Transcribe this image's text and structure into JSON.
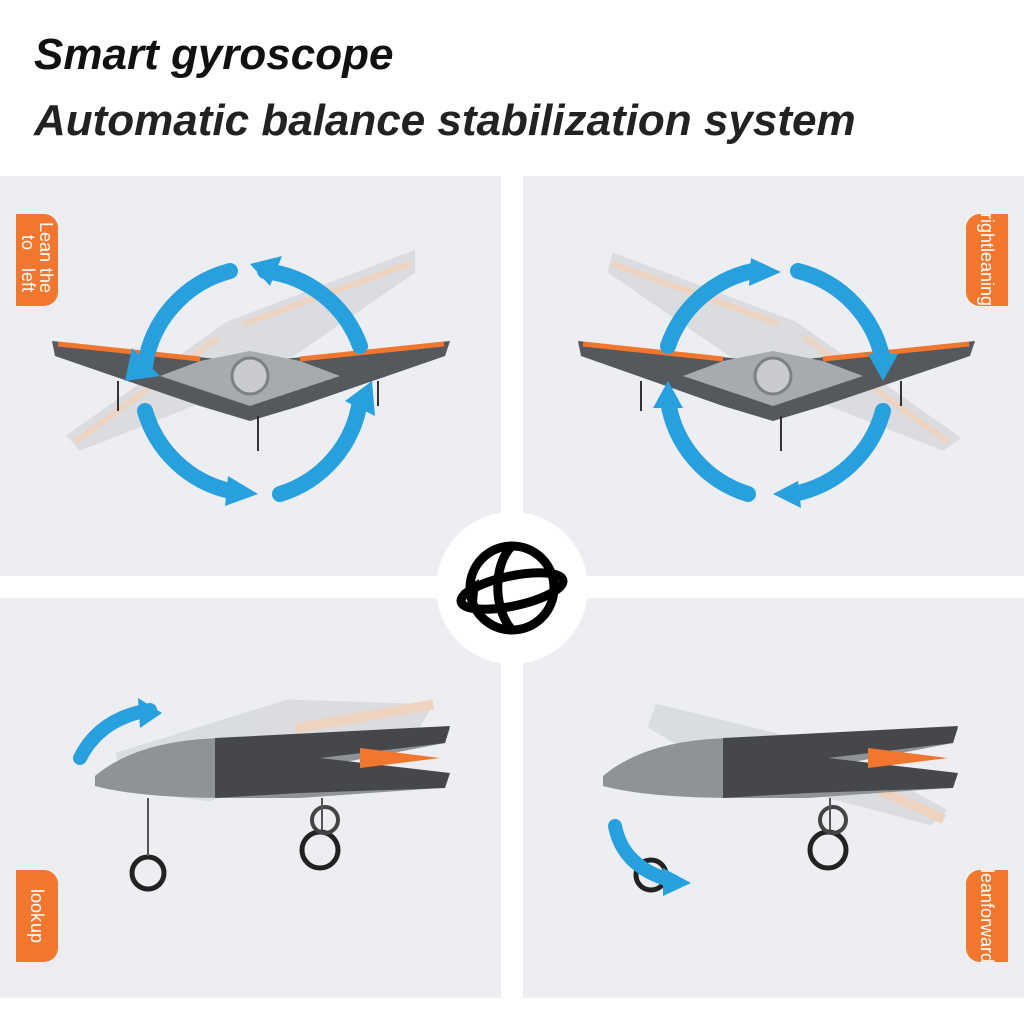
{
  "header": {
    "title": "Smart gyroscope",
    "subtitle": "Automatic balance stabilization system"
  },
  "panels": {
    "top_left": {
      "label_line1": "Lean to",
      "label_line2": "the left"
    },
    "top_right": {
      "label_line1": "right",
      "label_line2": "leaning"
    },
    "bottom_left": {
      "label_line1": "look",
      "label_line2": "up"
    },
    "bottom_right": {
      "label_line1": "lean",
      "label_line2": "forward"
    }
  },
  "icons": {
    "center": "gyroscope-icon",
    "motion": "rotation-arrow-icon"
  },
  "colors": {
    "accent": "#f2772e",
    "arrow": "#29a0de",
    "panel": "#eceef1",
    "plane_body": "#8f9296",
    "plane_wing": "#4a4c50"
  }
}
